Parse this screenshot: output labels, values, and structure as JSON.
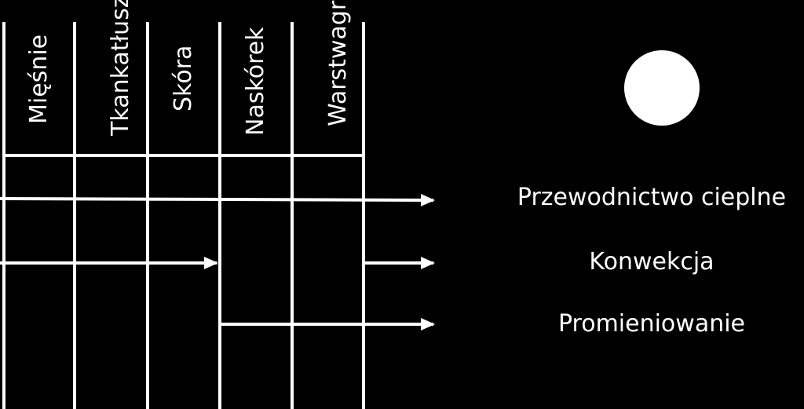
{
  "layers": [
    {
      "id": "miesnie",
      "lines": [
        "Mięśnie"
      ]
    },
    {
      "id": "tkanka",
      "lines": [
        "Tkanka",
        "tłuszczowa"
      ]
    },
    {
      "id": "skora",
      "lines": [
        "Skóra"
      ]
    },
    {
      "id": "naskorek",
      "lines": [
        "Naskórek"
      ]
    },
    {
      "id": "warstwa",
      "lines": [
        "Warstwa",
        "graniczna"
      ]
    }
  ],
  "mechanisms": [
    {
      "id": "conduction",
      "label": "Przewodnictwo cieplne"
    },
    {
      "id": "convection",
      "label": "Konwekcja"
    },
    {
      "id": "radiation",
      "label": "Promieniowanie"
    }
  ],
  "colors": {
    "background": "#000000",
    "foreground": "#ffffff"
  },
  "icons": {
    "body": "circle"
  }
}
